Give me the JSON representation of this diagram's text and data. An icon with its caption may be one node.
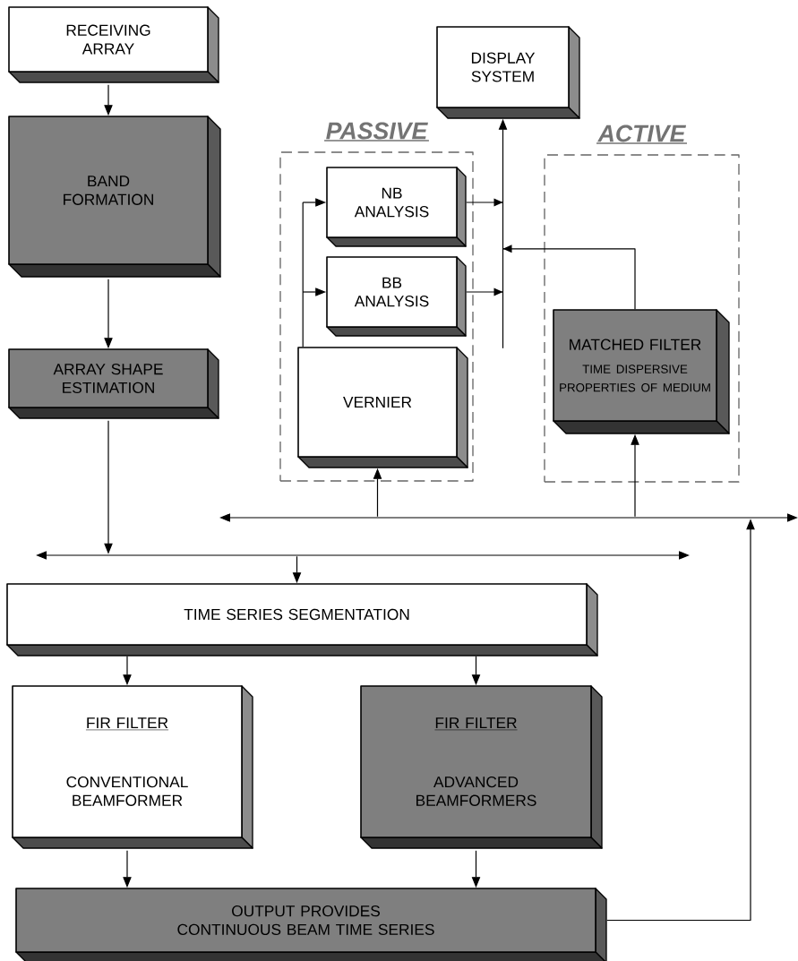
{
  "diagram": {
    "nodes": [
      {
        "text": [
          "RECEIVING ARRAY"
        ]
      },
      {
        "text": [
          "BAND FORMATION"
        ]
      },
      {
        "text": [
          "ARRAY SHAPE ESTIMATION"
        ]
      },
      {
        "text": [
          "DISPLAY SYSTEM"
        ]
      },
      {
        "text": [
          "PASSIVE"
        ]
      },
      {
        "text": [
          "NB ANALYSIS"
        ],
        "in": 4
      },
      {
        "text": [
          "BB ANALYSIS"
        ],
        "in": 4
      },
      {
        "text": [
          "VERNIER"
        ],
        "in": 4
      },
      {
        "text": [
          "ACTIVE"
        ]
      },
      {
        "text": [
          "MATCHED FILTER",
          "TIME DISPERSIVE PROPERTIES OF MEDIUM"
        ],
        "in": 8
      },
      {
        "text": [],
        "shape": "bar"
      },
      {
        "text": [],
        "shape": "bar"
      },
      {
        "text": [
          "TIME SERIES SEGMENTATION"
        ]
      },
      {
        "text": [
          "FIR FILTER",
          "CONVENTIONAL BEAMFORMER"
        ]
      },
      {
        "text": [
          "FIR FILTER",
          "ADVANCED BEAMFORMERS"
        ]
      },
      {
        "text": [
          "OUTPUT PROVIDES CONTINUOUS BEAM TIME SERIES"
        ]
      }
    ],
    "edges": [
      {
        "from": 0,
        "to": 1,
        "arrow": "to"
      },
      {
        "from": 1,
        "to": 2,
        "arrow": "to"
      },
      {
        "from": 2,
        "to": 11,
        "arrow": "to"
      },
      {
        "from": 11,
        "to": 12,
        "arrow": "to"
      },
      {
        "from": 12,
        "to": 13,
        "arrow": "to"
      },
      {
        "from": 12,
        "to": 14,
        "arrow": "to"
      },
      {
        "from": 13,
        "to": 15,
        "arrow": "to"
      },
      {
        "from": 14,
        "to": 15,
        "arrow": "to"
      },
      {
        "from": 15,
        "to": 10,
        "arrow": "to"
      },
      {
        "from": 10,
        "to": 7,
        "arrow": "to"
      },
      {
        "from": 10,
        "to": 9,
        "arrow": "to"
      },
      {
        "from": 7,
        "to": 5,
        "arrow": "to"
      },
      {
        "from": 7,
        "to": 6,
        "arrow": "to"
      },
      {
        "from": 5,
        "to": 3,
        "arrow": "to"
      },
      {
        "from": 6,
        "to": 3,
        "arrow": "to"
      },
      {
        "from": 9,
        "to": 3,
        "arrow": "to"
      }
    ]
  }
}
